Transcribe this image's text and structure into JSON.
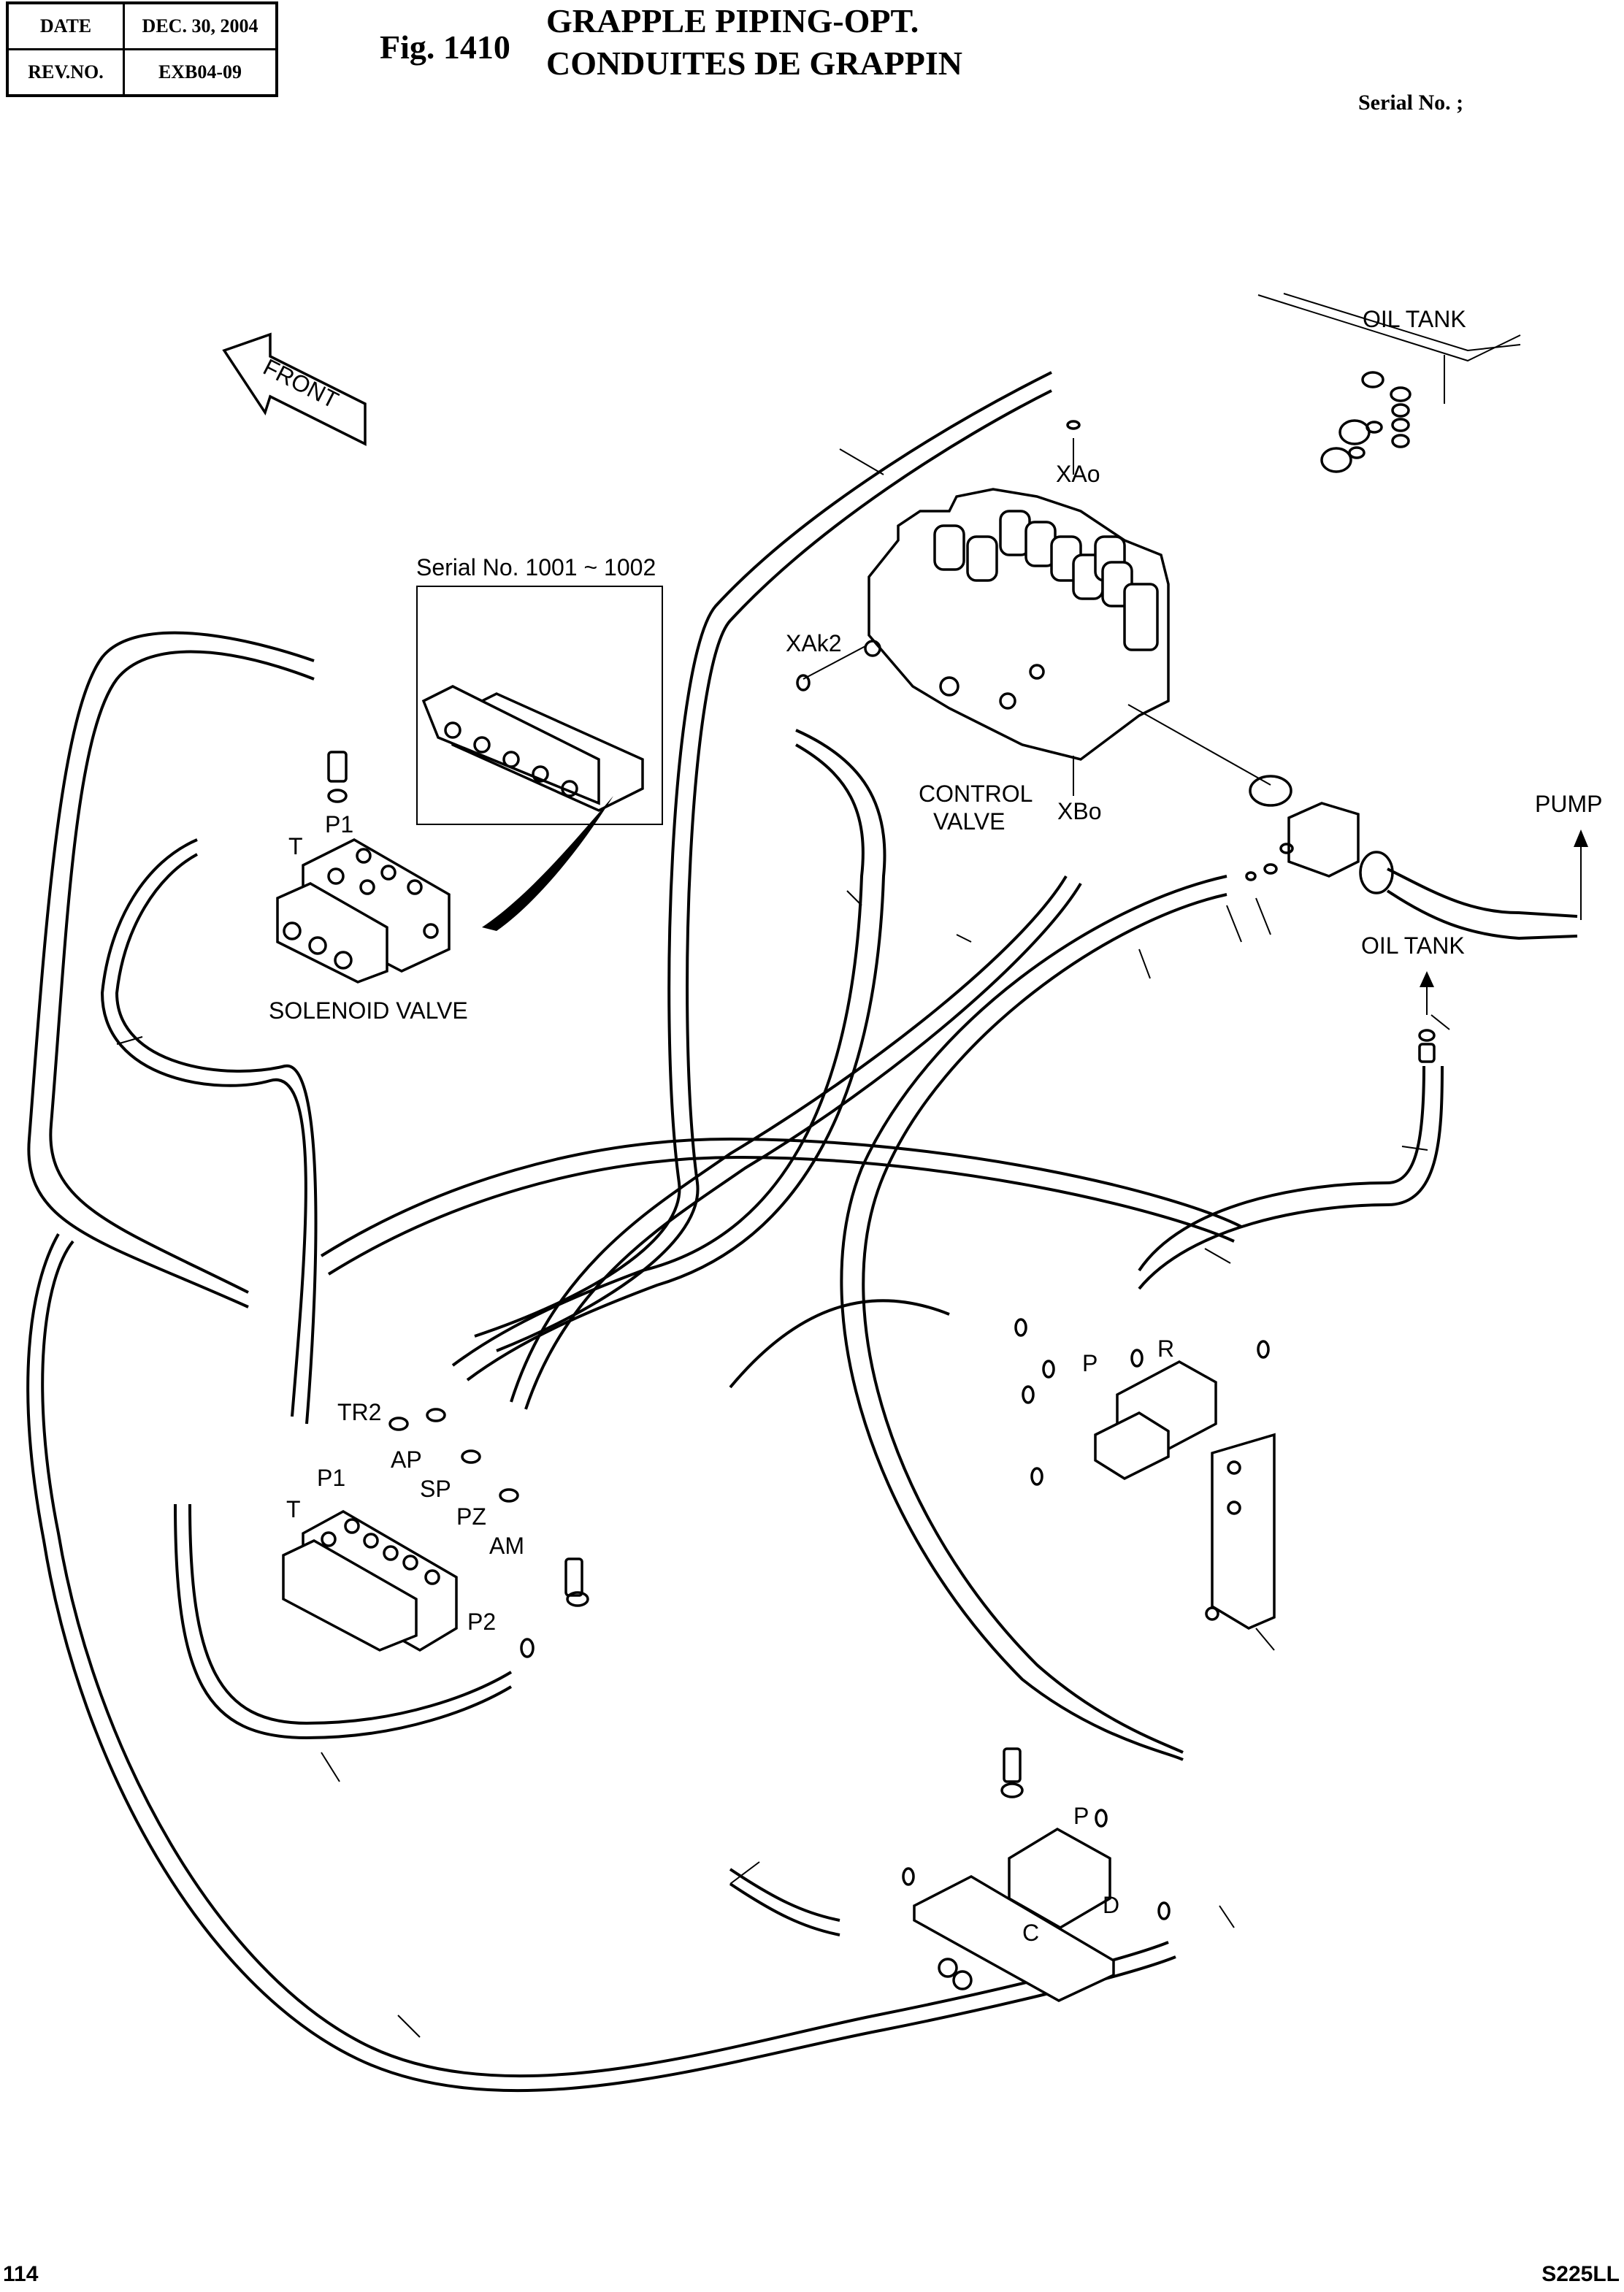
{
  "header": {
    "date_label": "DATE",
    "date_value": "DEC. 30, 2004",
    "rev_label": "REV.NO.",
    "rev_value": "EXB04-09",
    "figure_number": "Fig. 1410",
    "title_en": "GRAPPLE PIPING-OPT.",
    "title_fr": "CONDUITES DE GRAPPIN",
    "serial_no": "Serial No. ;"
  },
  "diagram": {
    "front_arrow": "FRONT",
    "inset_serial": "Serial No. 1001 ~ 1002",
    "labels": {
      "oil_tank_top": "OIL TANK",
      "pump": "PUMP",
      "oil_tank_return": "OIL TANK",
      "control_valve_1": "CONTROL",
      "control_valve_2": "VALVE",
      "port_xao": "XAo",
      "port_xak2": "XAk2",
      "port_xbo": "XBo",
      "solenoid_valve": "SOLENOID VALVE",
      "sv_p1": "P1",
      "sv_t": "T",
      "manifold_tr2": "TR2",
      "manifold_ap": "AP",
      "manifold_sp": "SP",
      "manifold_pz": "PZ",
      "manifold_am": "AM",
      "manifold_p1": "P1",
      "manifold_t": "T",
      "manifold_p2": "P2",
      "rv_p": "P",
      "rv_r": "R",
      "cv_p": "P",
      "cv_c": "C",
      "cv_d": "D"
    }
  },
  "footer": {
    "page_number": "114",
    "model": "S225LL"
  }
}
